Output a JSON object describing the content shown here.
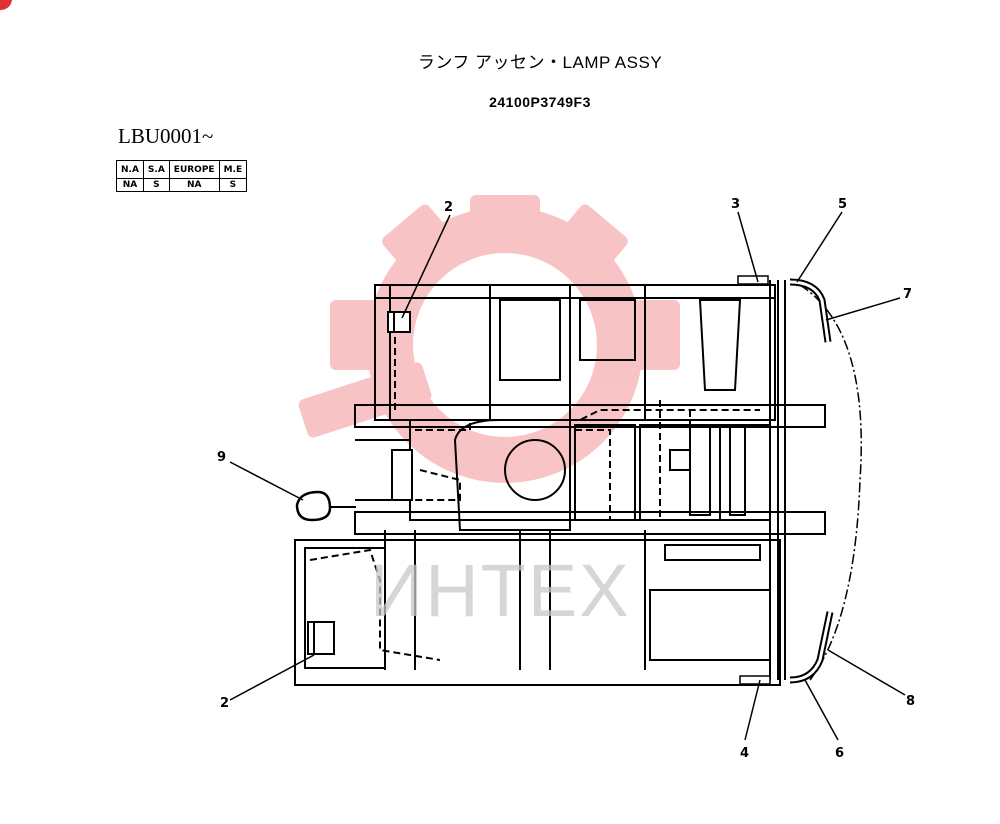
{
  "header": {
    "title": "ランフ アッセン・LAMP ASSY",
    "part_number": "24100P3749F3",
    "serial_range": "LBU0001~"
  },
  "regions_table": {
    "headers": [
      "N.A",
      "S.A",
      "EUROPE",
      "M.E"
    ],
    "values": [
      "NA",
      "S",
      "NA",
      "S"
    ]
  },
  "watermark": {
    "text": "ИНТЕХ",
    "logo": "gear-logo"
  },
  "callouts": {
    "c2_top": "2",
    "c3": "3",
    "c5": "5",
    "c7": "7",
    "c9": "9",
    "c2_bottom": "2",
    "c8": "8",
    "c4": "4",
    "c6": "6"
  },
  "colors": {
    "watermark_logo": "#f4a6a8",
    "watermark_text": "#c9c9c9",
    "corner_mark": "#e0303a"
  }
}
